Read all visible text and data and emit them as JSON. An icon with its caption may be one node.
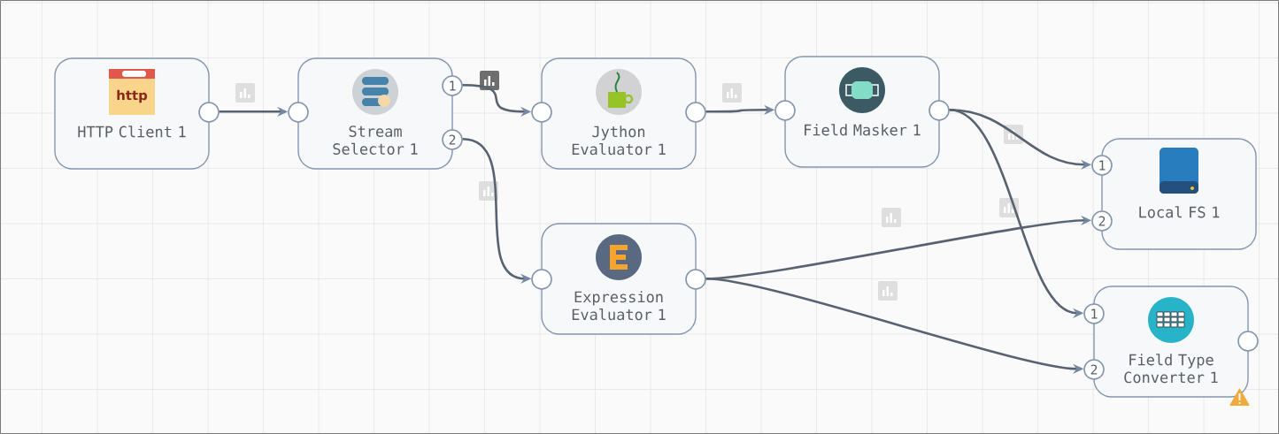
{
  "diagram": {
    "nodes": [
      {
        "text": [
          "HTTP Client 1"
        ]
      },
      {
        "text": [
          "Stream Selector 1",
          "1",
          "2"
        ]
      },
      {
        "text": [
          "Jython Evaluator 1"
        ]
      },
      {
        "text": [
          "Field Masker 1"
        ]
      },
      {
        "text": [
          "Expression Evaluator 1"
        ]
      },
      {
        "text": [
          "Local FS 1",
          "1",
          "2"
        ]
      },
      {
        "text": [
          "Field Type Converter 1",
          "1",
          "2"
        ]
      }
    ],
    "edges": [
      {
        "from": 0,
        "to": 1,
        "arrow": "to"
      },
      {
        "from": 1,
        "to": 2,
        "arrow": "to"
      },
      {
        "from": 1,
        "to": 4,
        "arrow": "to"
      },
      {
        "from": 2,
        "to": 3,
        "arrow": "to"
      },
      {
        "from": 3,
        "to": 5,
        "arrow": "to"
      },
      {
        "from": 3,
        "to": 6,
        "arrow": "to"
      },
      {
        "from": 4,
        "to": 5,
        "arrow": "to"
      },
      {
        "from": 4,
        "to": 6,
        "arrow": "to"
      }
    ],
    "labels": [
      "http"
    ]
  }
}
